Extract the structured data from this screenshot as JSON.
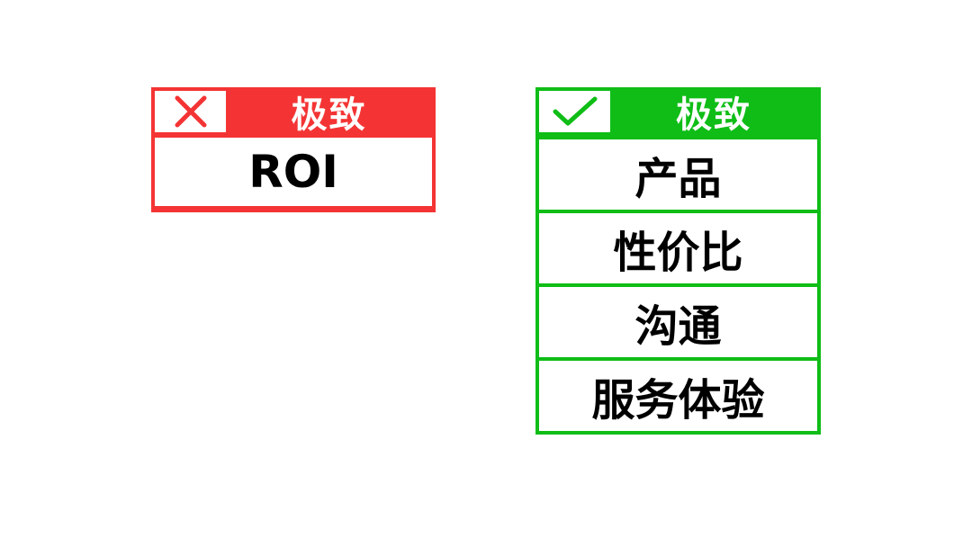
{
  "colors": {
    "wrong": "#f43434",
    "right": "#0fbd16"
  },
  "wrong_panel": {
    "icon": "cross-icon",
    "title": "极致",
    "items": [
      "ROI"
    ]
  },
  "right_panel": {
    "icon": "check-icon",
    "title": "极致",
    "items": [
      "产品",
      "性价比",
      "沟通",
      "服务体验"
    ]
  }
}
